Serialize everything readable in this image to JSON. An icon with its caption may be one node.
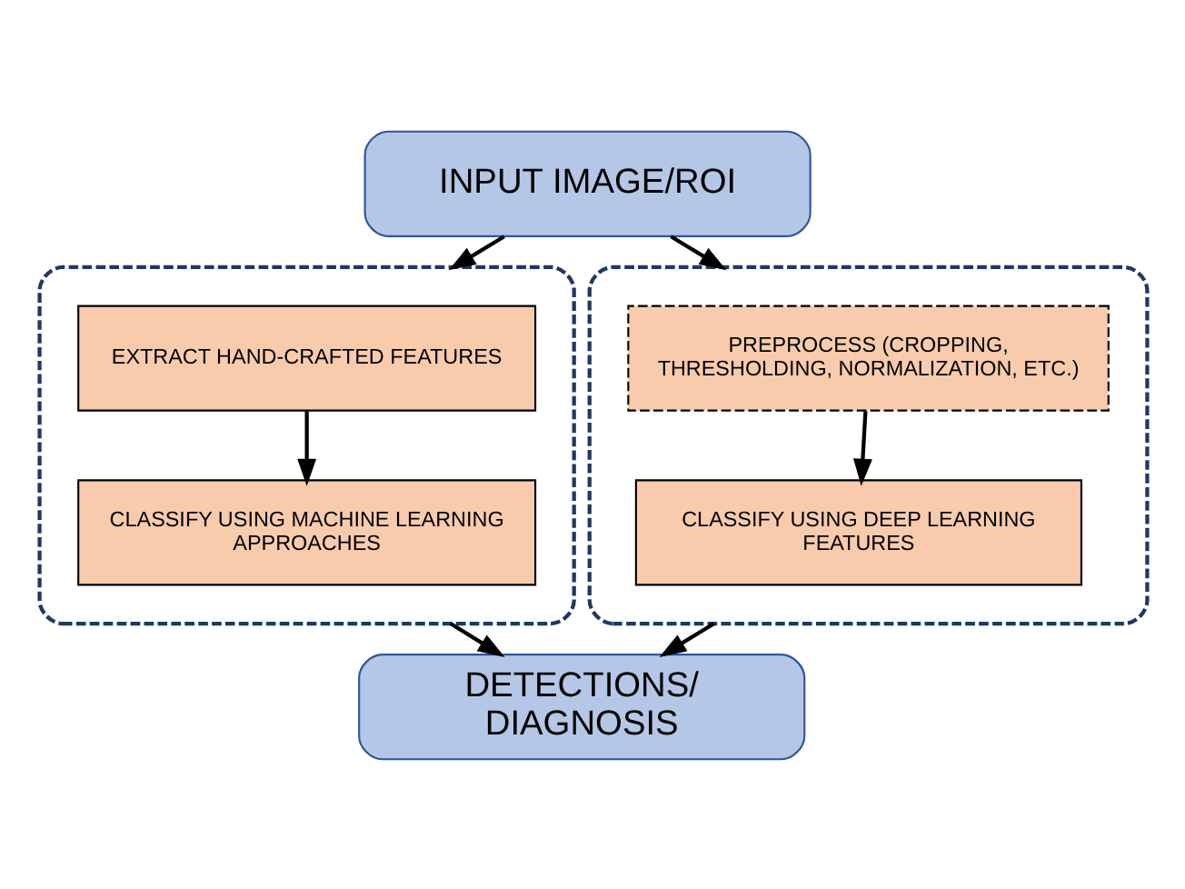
{
  "diagram": {
    "nodes": [
      {
        "text": [
          "INPUT IMAGE/ROI"
        ]
      },
      {
        "text": [],
        "shape": "box"
      },
      {
        "text": [
          "EXTRACT HAND-CRAFTED FEATURES"
        ],
        "in": 1
      },
      {
        "text": [
          "CLASSIFY USING MACHINE LEARNING APPROACHES"
        ],
        "in": 1
      },
      {
        "text": [],
        "shape": "box"
      },
      {
        "text": [
          "PREPROCESS (CROPPING, THRESHOLDING, NORMALIZATION, ETC.)"
        ],
        "in": 4
      },
      {
        "text": [
          "CLASSIFY USING DEEP LEARNING FEATURES"
        ],
        "in": 4
      },
      {
        "text": [
          "DETECTIONS/ DIAGNOSIS"
        ]
      }
    ],
    "edges": [
      {
        "from": 0,
        "to": 1,
        "arrow": "to"
      },
      {
        "from": 0,
        "to": 4,
        "arrow": "to"
      },
      {
        "from": 2,
        "to": 3,
        "arrow": "to"
      },
      {
        "from": 5,
        "to": 6,
        "arrow": "to"
      },
      {
        "from": 1,
        "to": 7,
        "arrow": "to"
      },
      {
        "from": 4,
        "to": 7,
        "arrow": "to"
      }
    ]
  }
}
